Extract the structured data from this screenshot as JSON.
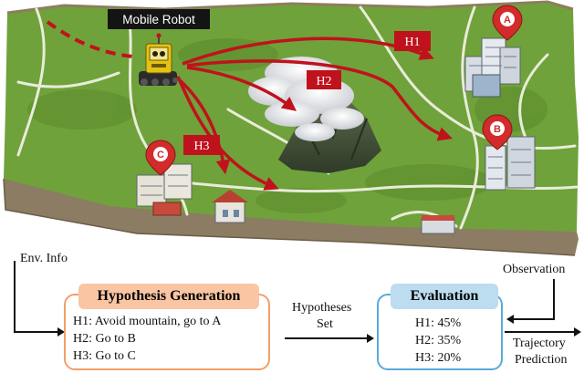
{
  "map": {
    "robot_label": "Mobile Robot",
    "hypothesis_tags": [
      "H1",
      "H2",
      "H3"
    ],
    "markers": [
      "A",
      "B",
      "C"
    ],
    "colors": {
      "grass": "#6fa23a",
      "road": "#e9ecd9",
      "arrow": "#c0121c",
      "soil": "#8c7c63"
    }
  },
  "env_info_label": "Env. Info",
  "hypothesis_generation": {
    "title": "Hypothesis Generation",
    "items": [
      "H1: Avoid mountain, go to A",
      "H2: Go to B",
      "H3: Go to C"
    ],
    "colors": {
      "title_bg": "#f9c5a3",
      "border": "#f0a06a"
    }
  },
  "hypotheses_set_label": [
    "Hypotheses",
    "Set"
  ],
  "evaluation": {
    "title": "Evaluation",
    "items": [
      "H1: 45%",
      "H2: 35%",
      "H3: 20%"
    ],
    "colors": {
      "title_bg": "#bcdcf0",
      "border": "#5aa9dc"
    }
  },
  "observation_label": "Observation",
  "trajectory_prediction_label": [
    "Trajectory",
    "Prediction"
  ]
}
